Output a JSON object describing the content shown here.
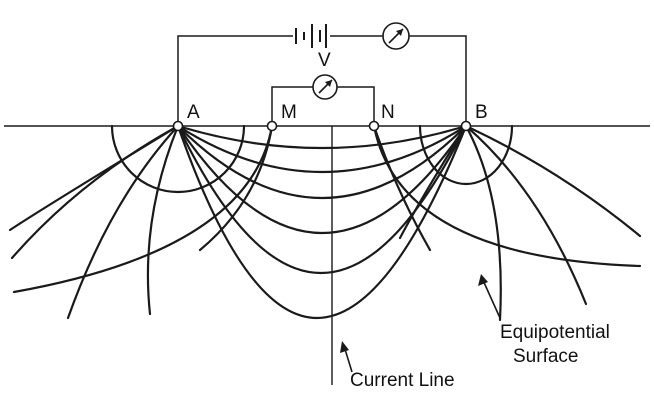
{
  "electrodes": {
    "a": "A",
    "m": "M",
    "n": "N",
    "b": "B"
  },
  "meters": {
    "voltmeter": "V"
  },
  "annotations": {
    "equipotential_line1": "Equipotential",
    "equipotential_line2": "Surface",
    "current_line": "Current Line"
  }
}
